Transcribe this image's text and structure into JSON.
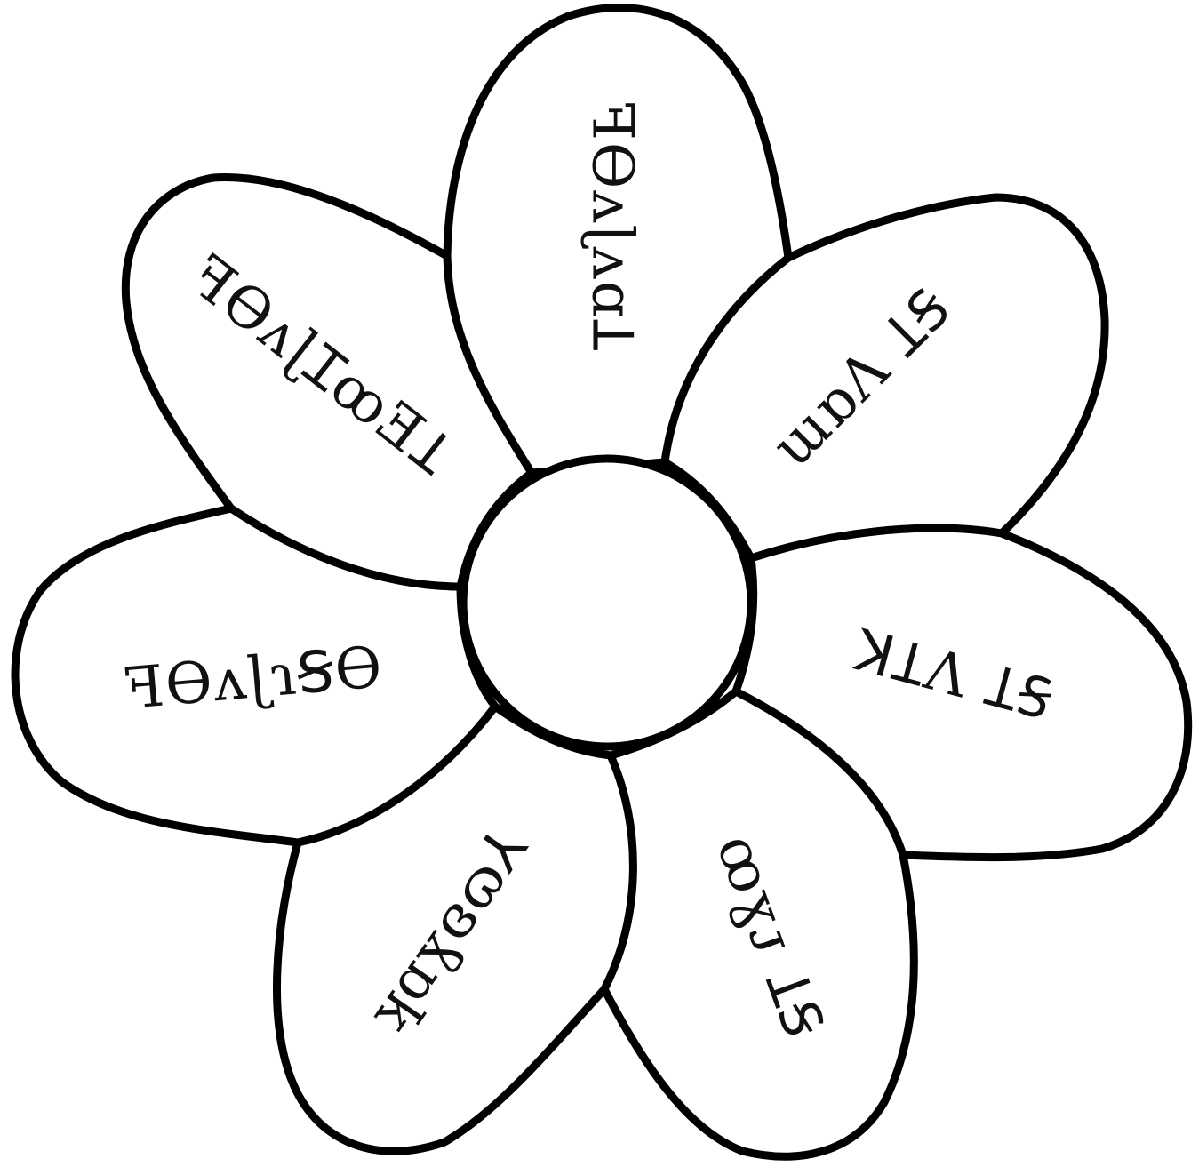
{
  "flower": {
    "colors": {
      "outline": "#000000",
      "fill": "#ffffff",
      "text": "#111111"
    },
    "center_label": "",
    "petals": [
      {
        "id": "top",
        "label": "ꟻƟʌɭʌɑꞱ"
      },
      {
        "id": "upper-right",
        "label": "ɯɒɅ ꞱꞨ"
      },
      {
        "id": "right",
        "label": "ꓘꞱɅ ꞱꞨ"
      },
      {
        "id": "lower-right",
        "label": "ꝏɣᴊ ꞱꞨ"
      },
      {
        "id": "lower-left",
        "label": "ʞɑɣɞɷ⅄"
      },
      {
        "id": "left",
        "label": "ꟻƟʌɭɿꞨƟ"
      },
      {
        "id": "upper-left",
        "label": "ꟻƟʌɭꞮꝏƎꞱ"
      }
    ]
  }
}
